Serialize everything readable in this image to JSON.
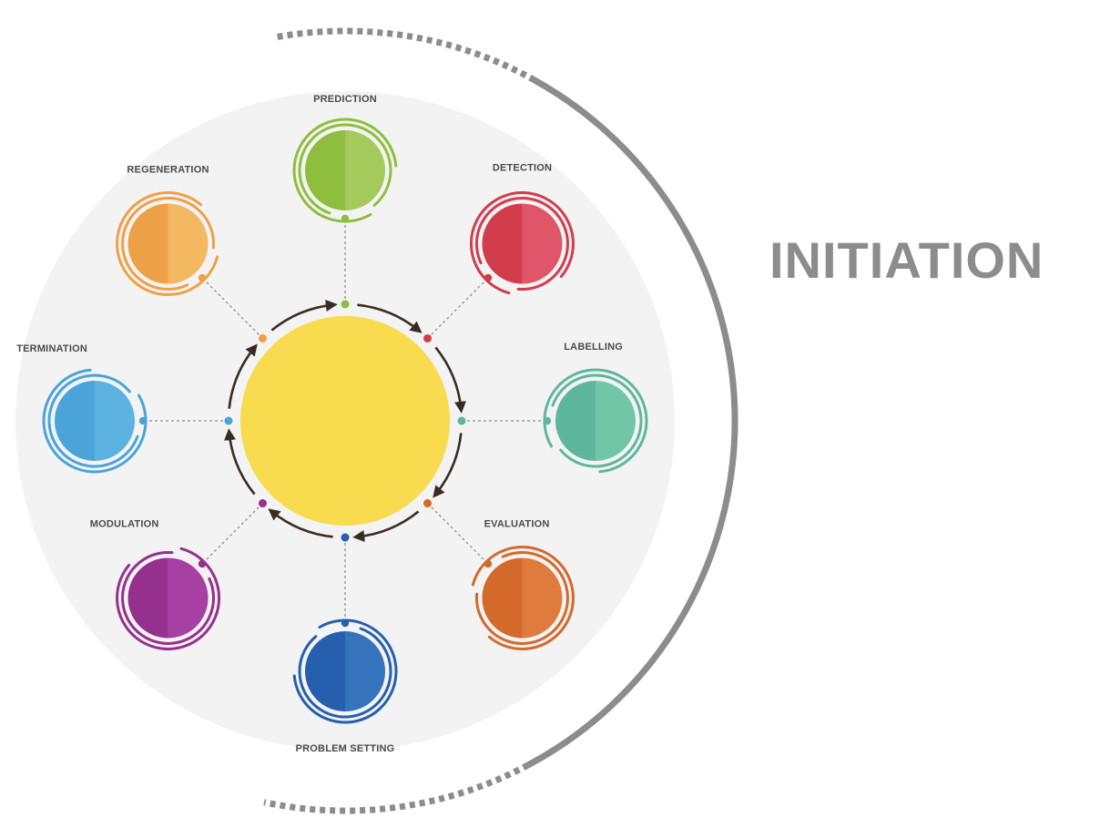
{
  "phase_title": "INITIATION",
  "center": {
    "color": "#f9db4f"
  },
  "nodes": [
    {
      "id": "prediction",
      "label": "PREDICTION",
      "color_dark": "#8fbd3e",
      "color_light": "#a3ca5a"
    },
    {
      "id": "detection",
      "label": "DETECTION",
      "color_dark": "#d23c4d",
      "color_light": "#e05669"
    },
    {
      "id": "labelling",
      "label": "LABELLING",
      "color_dark": "#5eb79c",
      "color_light": "#72c6a8"
    },
    {
      "id": "evaluation",
      "label": "EVALUATION",
      "color_dark": "#d4692c",
      "color_light": "#e07b3e"
    },
    {
      "id": "problem-setting",
      "label": "PROBLEM SETTING",
      "color_dark": "#265fae",
      "color_light": "#3573bd"
    },
    {
      "id": "modulation",
      "label": "MODULATION",
      "color_dark": "#95308f",
      "color_light": "#a840a4"
    },
    {
      "id": "termination",
      "label": "TERMINATION",
      "color_dark": "#4aa4da",
      "color_light": "#5cb3e2"
    },
    {
      "id": "regeneration",
      "label": "REGENERATION",
      "color_dark": "#eea047",
      "color_light": "#f4b863"
    }
  ],
  "colors": {
    "background_disc": "#f3f3f3",
    "outer_arc": "#8c8c8c",
    "arrows": "#3a2a24",
    "connector": "#8f8f8f"
  }
}
